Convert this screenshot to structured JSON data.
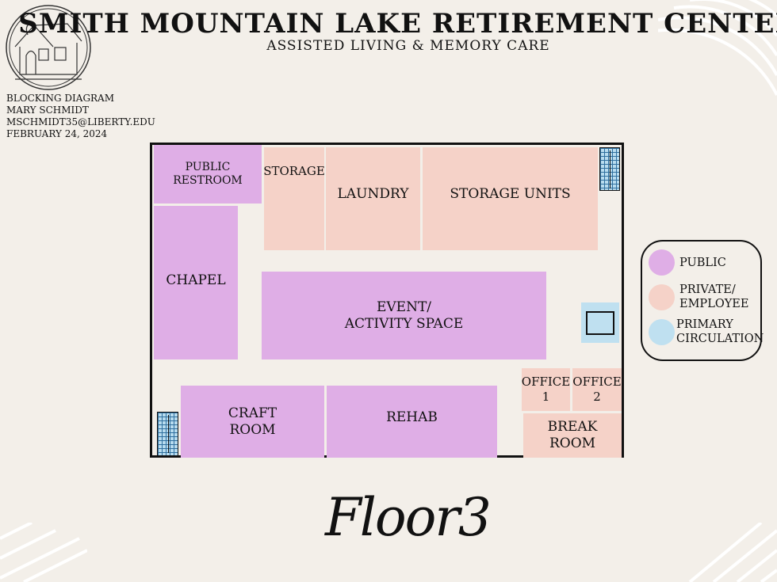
{
  "header": {
    "title": "SMITH MOUNTAIN LAKE RETIREMENT CENTER",
    "subtitle": "ASSISTED LIVING & MEMORY CARE"
  },
  "meta": {
    "line1": "BLOCKING DIAGRAM",
    "line2": "MARY SCHMIDT",
    "line3": "MSCHMIDT35@LIBERTY.EDU",
    "line4": "FEBRUARY 24, 2024"
  },
  "rooms": {
    "public_restroom": "PUBLIC\nRESTROOM",
    "storage": "STORAGE",
    "laundry": "LAUNDRY",
    "storage_units": "STORAGE UNITS",
    "chapel": "CHAPEL",
    "event_activity": "EVENT/\nACTIVITY SPACE",
    "craft_room": "CRAFT\nROOM",
    "rehab": "REHAB",
    "office_1": "OFFICE\n1",
    "office_2": "OFFICE\n2",
    "break_room": "BREAK\nROOM"
  },
  "legend": {
    "public": "PUBLIC",
    "private": "PRIVATE/\nEMPLOYEE",
    "circulation": "PRIMARY\nCIRCULATION"
  },
  "colors": {
    "public": "#dfaee6",
    "private": "#f5d2c8",
    "circulation": "#bfe0f0",
    "background": "#f3efe9"
  },
  "footer": {
    "floor_label": "Floor3"
  }
}
